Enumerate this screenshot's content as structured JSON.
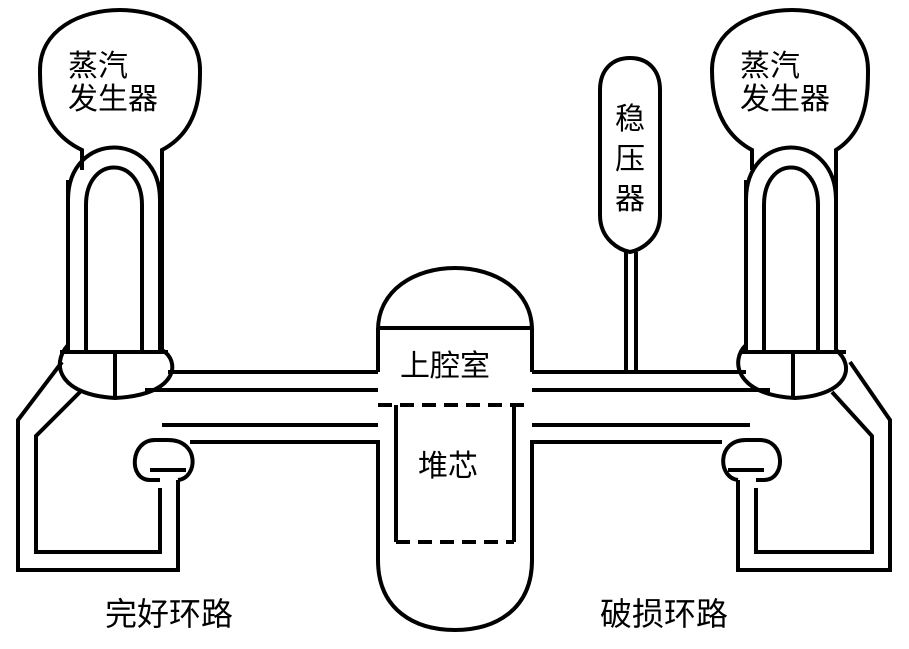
{
  "steam_generator_left": {
    "label_line1": "蒸汽",
    "label_line2": "发生器"
  },
  "steam_generator_right": {
    "label_line1": "蒸汽",
    "label_line2": "发生器"
  },
  "pressurizer": {
    "lines": [
      "稳",
      "压",
      "器"
    ]
  },
  "reactor_vessel": {
    "upper_plenum": "上腔室",
    "core": "堆芯"
  },
  "loops": {
    "intact": "完好环路",
    "broken": "破损环路"
  },
  "colors": {
    "stroke": "#000000",
    "background": "#ffffff"
  }
}
